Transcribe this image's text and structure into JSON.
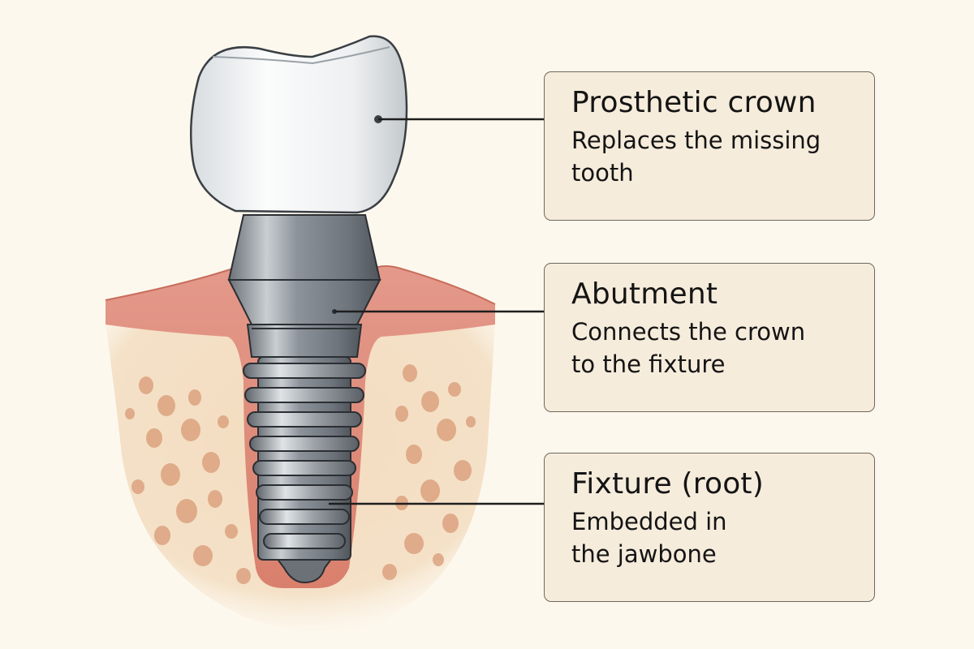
{
  "diagram": {
    "subject": "Dental implant anatomy",
    "background_color": "#fdf8ee",
    "components": [
      {
        "id": "crown",
        "title": "Prosthetic crown",
        "description_lines": [
          "Replaces the missing",
          "tooth"
        ],
        "color": "#e6e9ea"
      },
      {
        "id": "abutment",
        "title": "Abutment",
        "description_lines": [
          "Connects the crown",
          "to the fixture"
        ],
        "color": "#8a9096"
      },
      {
        "id": "fixture",
        "title": "Fixture (root)",
        "description_lines": [
          "Embedded in",
          "the jawbone"
        ],
        "color": "#7c8288"
      }
    ],
    "tissues": {
      "gum_color": "#e08a78",
      "bone_color": "#f3dcc0",
      "bone_pore_color": "#d99a76"
    },
    "label_box": {
      "fill": "#f6ecdc",
      "border": "#6f675c"
    }
  }
}
